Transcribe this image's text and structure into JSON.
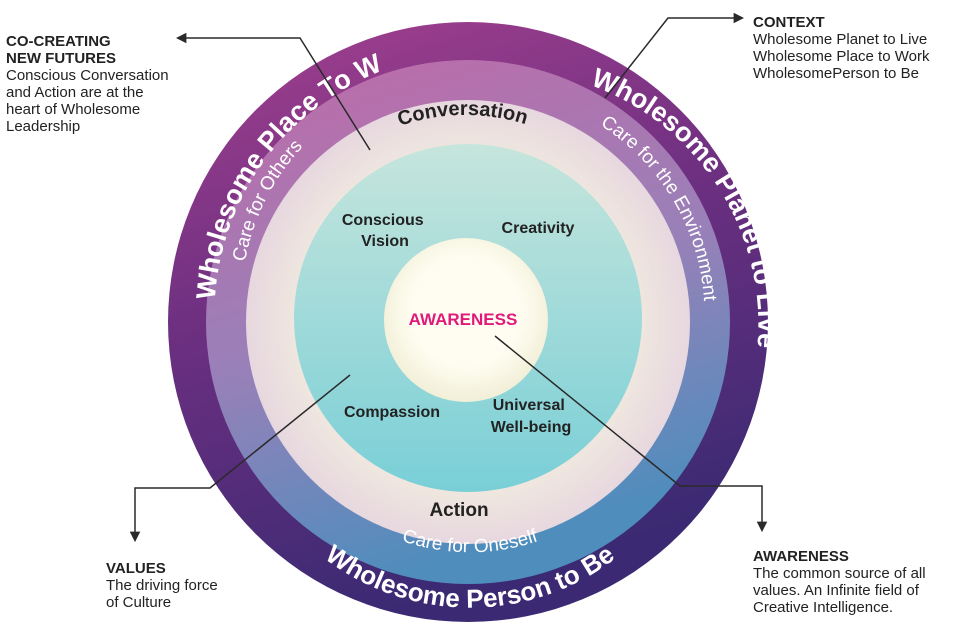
{
  "callouts": {
    "co_creating": {
      "title_lines": [
        "CO-CREATING",
        "NEW FUTURES"
      ],
      "body_lines": [
        "Conscious Conversation",
        "and Action are at the",
        "heart of Wholesome",
        "Leadership"
      ]
    },
    "context": {
      "title_lines": [
        "CONTEXT"
      ],
      "body_lines": [
        "Wholesome Planet to Live",
        "Wholesome Place to Work",
        "WholesomePerson to Be"
      ]
    },
    "values": {
      "title_lines": [
        "VALUES"
      ],
      "body_lines": [
        "The driving force",
        "of Culture"
      ]
    },
    "awareness": {
      "title_lines": [
        "AWARENESS"
      ],
      "body_lines": [
        "The common source of all",
        "values. An Infinite field of",
        "Creative Intelligence."
      ]
    }
  },
  "rings": {
    "outer": {
      "place": "Wholesome Place To Work",
      "planet": "Wholesome Planet to Live",
      "person": "Wholesome Person to Be"
    },
    "middle": {
      "others": "Care for Others",
      "environment": "Care for the Environment",
      "oneself": "Care for Oneself"
    },
    "inner": {
      "conversation": "Conversation",
      "action": "Action"
    }
  },
  "core": {
    "quadrants": {
      "conscious_vision": [
        "Conscious",
        "Vision"
      ],
      "creativity": "Creativity",
      "compassion": "Compassion",
      "wellbeing": [
        "Universal",
        "Well-being"
      ]
    },
    "center": "AWARENESS"
  },
  "colors": {
    "outer_ring": "#5e2d7a",
    "middle_ring": "#9a7ab5",
    "inner_ring": "#ede3e6",
    "core": "#9fd8d8",
    "center": "#fdfbec",
    "center_text": "#e0197a",
    "arrow": "#2a2a2a"
  }
}
